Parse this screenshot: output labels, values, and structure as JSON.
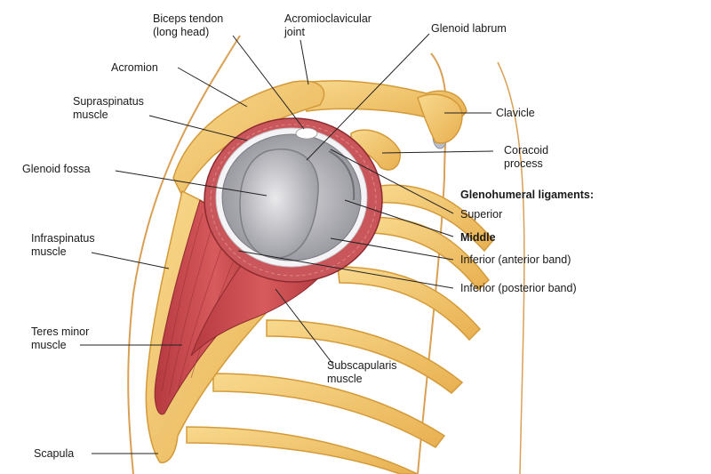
{
  "labels": {
    "biceps_tendon": "Biceps tendon\n(long head)",
    "acromioclavicular_joint": "Acromioclavicular\njoint",
    "glenoid_labrum": "Glenoid labrum",
    "acromion": "Acromion",
    "supraspinatus": "Supraspinatus\nmuscle",
    "clavicle": "Clavicle",
    "coracoid": "Coracoid\nprocess",
    "glenoid_fossa": "Glenoid fossa",
    "ligaments_heading": "Glenohumeral ligaments:",
    "superior": "Superior",
    "middle": "Middle",
    "inferior_anterior": "Inferior (anterior band)",
    "inferior_posterior": "Inferior (posterior band)",
    "infraspinatus": "Infraspinatus\nmuscle",
    "teres_minor": "Teres minor\nmuscle",
    "subscapularis": "Subscapularis\nmuscle",
    "scapula": "Scapula"
  },
  "colors": {
    "bone": "#f2c46a",
    "bone_edge": "#d49a3a",
    "muscle": "#c8484c",
    "muscle_dark": "#9e2f35",
    "cartilage": "#cfcfd3",
    "line": "#222222"
  }
}
